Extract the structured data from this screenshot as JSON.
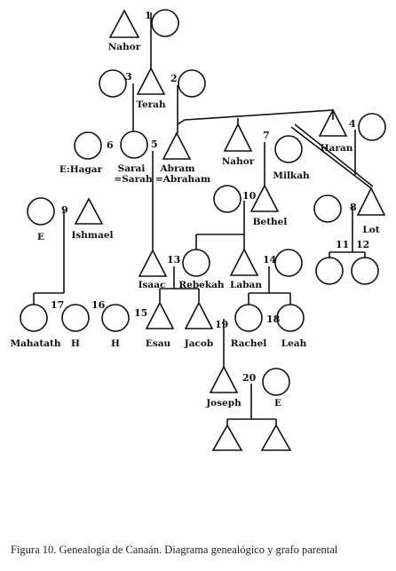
{
  "labels": {
    "nahor_top": "Nahor",
    "terah": "Terah",
    "e_hagar": "E:Hagar",
    "sarai": "Sarai",
    "sarah": "=Sarah",
    "abram": "Abram",
    "abraham": "=Abraham",
    "nahor_mid": "Nahor",
    "milkah": "Milkah",
    "haran": "Haran",
    "e_left": "E",
    "ishmael": "Ishmael",
    "bethel": "Bethel",
    "lot": "Lot",
    "isaac": "Isaac",
    "rebekah": "Rebekah",
    "laban": "Laban",
    "mahatath": "Mahatath",
    "h1": "H",
    "h2": "H",
    "esau": "Esau",
    "jacob": "Jacob",
    "rachel": "Rachel",
    "leah": "Leah",
    "joseph": "Joseph",
    "e_bottom": "E"
  },
  "numbers": {
    "n1": "1",
    "n2": "2",
    "n3": "3",
    "n4": "4",
    "n5": "5",
    "n6": "6",
    "n7": "7",
    "n8": "8",
    "n9": "9",
    "n10": "10",
    "n11": "11",
    "n12": "12",
    "n13": "13",
    "n14": "14",
    "n15": "15",
    "n16": "16",
    "n17": "17",
    "n18": "18",
    "n19": "19",
    "n20": "20"
  },
  "caption": "Figura 10. Genealogía de Canaán. Diagrama genealógico y grafo parental"
}
